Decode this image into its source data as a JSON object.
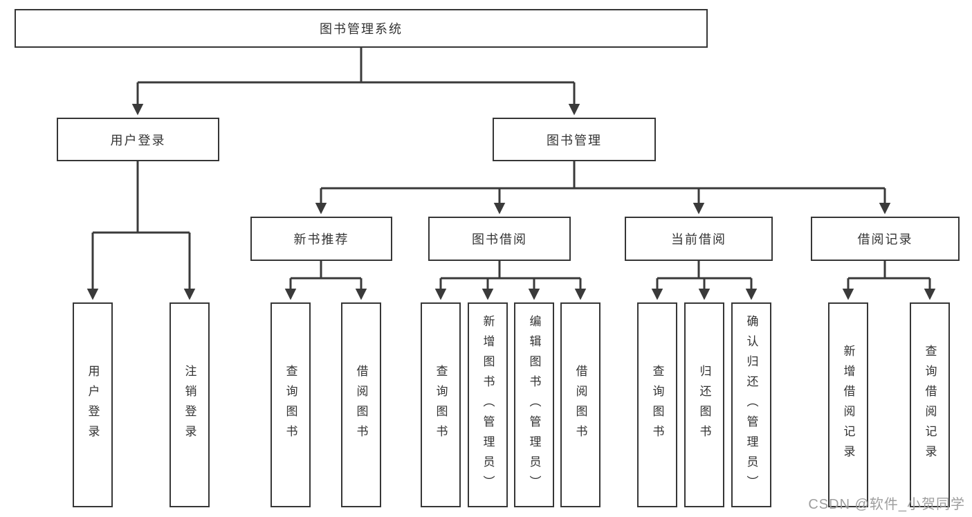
{
  "diagram": {
    "type": "hierarchy",
    "title": "图书管理系统"
  },
  "nodes": {
    "root": "图书管理系统",
    "user_login_module": "用户登录",
    "book_management": "图书管理",
    "new_book_recommend": "新书推荐",
    "book_borrowing": "图书借阅",
    "current_borrowing": "当前借阅",
    "borrowing_records": "借阅记录",
    "user_login": "用户登录",
    "logout": "注销登录",
    "rec_query_books": "查询图书",
    "rec_borrow_books": "借阅图书",
    "bb_query_books": "查询图书",
    "bb_add_books": "新增图书（管理员）",
    "bb_edit_books": "编辑图书（管理员）",
    "bb_borrow_books": "借阅图书",
    "cb_query_books": "查询图书",
    "cb_return_books": "归还图书",
    "cb_confirm_return": "确认归还（管理员）",
    "br_add_record": "新增借阅记录",
    "br_query_record": "查询借阅记录"
  },
  "hierarchy": {
    "root": [
      "user_login_module",
      "book_management"
    ],
    "user_login_module": [
      "user_login",
      "logout"
    ],
    "book_management": [
      "new_book_recommend",
      "book_borrowing",
      "current_borrowing",
      "borrowing_records"
    ],
    "new_book_recommend": [
      "rec_query_books",
      "rec_borrow_books"
    ],
    "book_borrowing": [
      "bb_query_books",
      "bb_add_books",
      "bb_edit_books",
      "bb_borrow_books"
    ],
    "current_borrowing": [
      "cb_query_books",
      "cb_return_books",
      "cb_confirm_return"
    ],
    "borrowing_records": [
      "br_add_record",
      "br_query_record"
    ]
  },
  "colors": {
    "background": "#ffffff",
    "box_border": "#363636",
    "connector": "#3a3a3a",
    "text": "#333333",
    "watermark": "#9e9e9e"
  },
  "watermark": {
    "text": "CSDN @软件_小贺同学"
  }
}
